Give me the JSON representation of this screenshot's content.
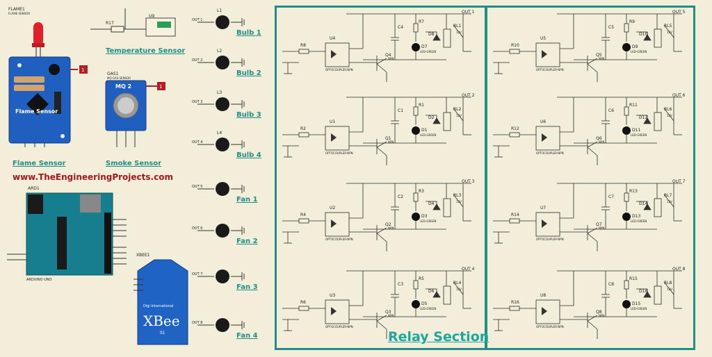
{
  "website": "www.TheEngineeringProjects.com",
  "sensors": {
    "flame": {
      "ref": "FLAME1",
      "sub": "FLAME SENSOR",
      "board_text": "Flame Sensor",
      "caption": "Flame Sensor"
    },
    "temperature": {
      "ref": "U9",
      "resistor": "R17",
      "caption": "Temperature Sensor"
    },
    "smoke": {
      "ref": "GAS1",
      "sub": "MQ GAS SENSOR",
      "board_text": "MQ 2",
      "caption": "Smoke Sensor"
    }
  },
  "arduino": {
    "ref": "ARD1",
    "name": "ARDUINO UNO"
  },
  "xbee": {
    "ref": "XBEE1",
    "brand": "Digi International",
    "name": "XBee",
    "model": "S1"
  },
  "outputs": [
    {
      "name": "Bulb 1",
      "ref": "L1",
      "out": "OUT 1"
    },
    {
      "name": "Bulb 2",
      "ref": "L2",
      "out": "OUT 2"
    },
    {
      "name": "Bulb 3",
      "ref": "L3",
      "out": "OUT 3"
    },
    {
      "name": "Bulb 4",
      "ref": "L4",
      "out": "OUT 4"
    },
    {
      "name": "Fan 1",
      "ref": "",
      "out": "OUT 5"
    },
    {
      "name": "Fan 2",
      "ref": "",
      "out": "OUT 6"
    },
    {
      "name": "Fan 3",
      "ref": "",
      "out": "OUT 7"
    },
    {
      "name": "Fan 4",
      "ref": "",
      "out": "OUT 8"
    }
  ],
  "relay_section": {
    "title": "Relay Section",
    "columns": [
      [
        {
          "u": "U4",
          "r_in": "R8",
          "r_led": "R7",
          "c": "C4",
          "d": "D7",
          "d_fly": "D8",
          "q": "Q4",
          "rl": "RL1",
          "out": "OUT 1"
        },
        {
          "u": "U1",
          "r_in": "R2",
          "r_led": "R1",
          "c": "C1",
          "d": "D1",
          "d_fly": "D2",
          "q": "Q1",
          "rl": "RL2",
          "out": "OUT 2"
        },
        {
          "u": "U2",
          "r_in": "R4",
          "r_led": "R3",
          "c": "C2",
          "d": "D3",
          "d_fly": "D4",
          "q": "Q2",
          "rl": "RL3",
          "out": "OUT 3"
        },
        {
          "u": "U3",
          "r_in": "R6",
          "r_led": "R5",
          "c": "C3",
          "d": "D5",
          "d_fly": "D6",
          "q": "Q3",
          "rl": "RL4",
          "out": "OUT 4"
        }
      ],
      [
        {
          "u": "U5",
          "r_in": "R10",
          "r_led": "R9",
          "c": "C5",
          "d": "D9",
          "d_fly": "D10",
          "q": "Q5",
          "rl": "RL5",
          "out": "OUT 5"
        },
        {
          "u": "U6",
          "r_in": "R12",
          "r_led": "R11",
          "c": "C6",
          "d": "D11",
          "d_fly": "D12",
          "q": "Q6",
          "rl": "RL6",
          "out": "OUT 6"
        },
        {
          "u": "U7",
          "r_in": "R14",
          "r_led": "R13",
          "c": "C7",
          "d": "D13",
          "d_fly": "D14",
          "q": "Q7",
          "rl": "RL7",
          "out": "OUT 7"
        },
        {
          "u": "U8",
          "r_in": "R16",
          "r_led": "R15",
          "c": "C8",
          "d": "D15",
          "d_fly": "D16",
          "q": "Q8",
          "rl": "RL8",
          "out": "OUT 8"
        }
      ]
    ],
    "opto": "OPTOCOUPLER-NPN",
    "transistor": "NPN",
    "led": "LED-GREEN",
    "vcc": "12V"
  },
  "colors": {
    "background": "#f3eed9",
    "relay_frame": "#1e8e86",
    "label": "#1f8f86",
    "site": "#a3181e",
    "board_blue": "#1f5fc0",
    "arduino_teal": "#167e8e"
  }
}
